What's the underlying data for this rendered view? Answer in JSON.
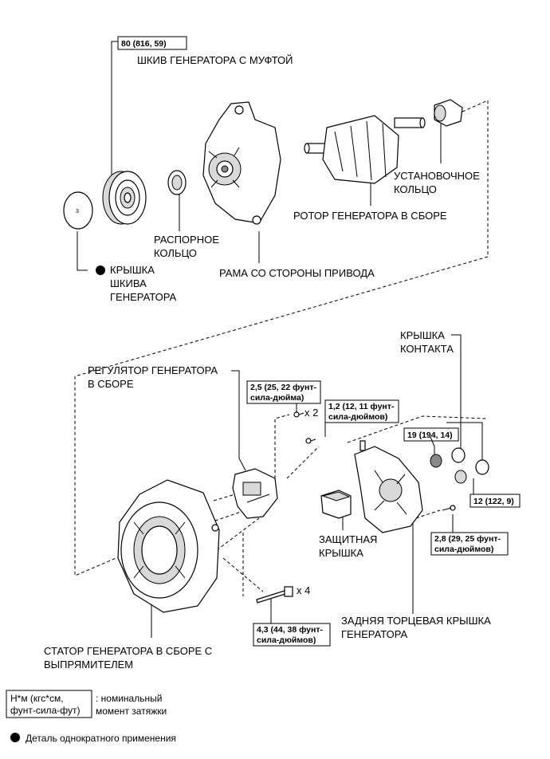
{
  "labels": {
    "pulley": "ШКИВ ГЕНЕРАТОРА С МУФТОЙ",
    "spacer_1": "РАСПОРНОЕ",
    "spacer_2": "КОЛЬЦО",
    "cap_1": "КРЫШКА",
    "cap_2": "ШКИВА",
    "cap_3": "ГЕНЕРАТОРА",
    "drive_frame": "РАМА СО СТОРОНЫ ПРИВОДА",
    "rotor": "РОТОР ГЕНЕРАТОРА В СБОРЕ",
    "retainer_1": "УСТАНОВОЧНОЕ",
    "retainer_2": "КОЛЬЦО",
    "regulator_1": "РЕГУЛЯТОР ГЕНЕРАТОРА",
    "regulator_2": "В СБОРЕ",
    "terminal_cap_1": "КРЫШКА",
    "terminal_cap_2": "КОНТАКТА",
    "protector_1": "ЗАЩИТНАЯ",
    "protector_2": "КРЫШКА",
    "rear_cover_1": "ЗАДНЯЯ ТОРЦЕВАЯ КРЫШКА",
    "rear_cover_2": "ГЕНЕРАТОРА",
    "stator_1": "СТАТОР ГЕНЕРАТОРА В СБОРЕ С",
    "stator_2": "ВЫПРЯМИТЕЛЕМ"
  },
  "torques": {
    "pulley": "80 (816, 59)",
    "regulator_1": "2,5 (25, 22 фунт-",
    "regulator_2": "сила-дюйма)",
    "small_screw_1": "1,2 (12, 11 фунт-",
    "small_screw_2": "сила-дюймов)",
    "nut_a": "19 (194, 14)",
    "nut_b": "12 (122, 9)",
    "rear_screw_1": "2,8 (29, 25 фунт-",
    "rear_screw_2": "сила-дюймов)",
    "bolt_1": "4,3 (44, 38 фунт-",
    "bolt_2": "сила-дюймов)"
  },
  "quantities": {
    "regulator_screws": "x 2",
    "bolts": "x 4"
  },
  "cap_marking": "3",
  "legend": {
    "box_1": "Н*м (кгс*см,",
    "box_2": "фунт-сила-фут)",
    "desc_1": ": номинальный",
    "desc_2": "момент затяжки",
    "single_use": "Деталь однократного применения"
  }
}
